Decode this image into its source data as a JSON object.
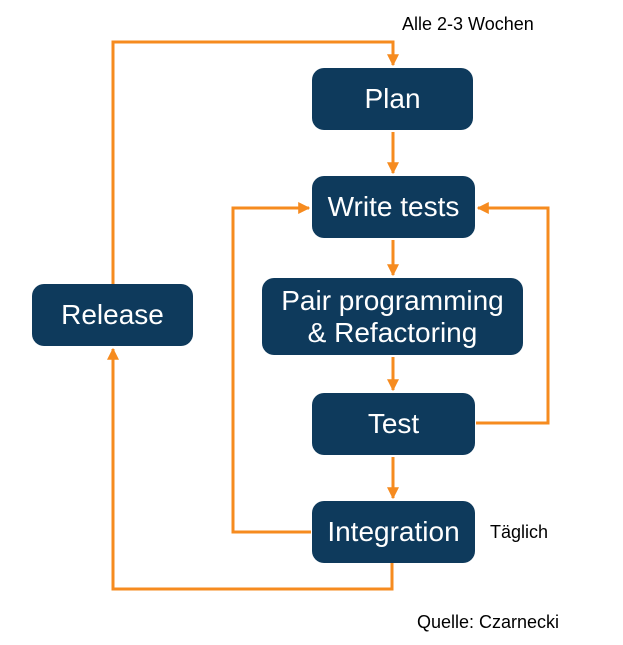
{
  "diagram": {
    "description": "Agile development cycle flowchart",
    "nodes": [
      {
        "id": "plan",
        "label": "Plan"
      },
      {
        "id": "write-tests",
        "label": "Write tests"
      },
      {
        "id": "pair-programming",
        "label": "Pair programming\n& Refactoring"
      },
      {
        "id": "test",
        "label": "Test"
      },
      {
        "id": "integration",
        "label": "Integration"
      },
      {
        "id": "release",
        "label": "Release"
      }
    ],
    "edges": [
      {
        "from": "plan",
        "to": "write-tests"
      },
      {
        "from": "write-tests",
        "to": "pair-programming"
      },
      {
        "from": "pair-programming",
        "to": "test"
      },
      {
        "from": "test",
        "to": "integration"
      },
      {
        "from": "test",
        "to": "write-tests"
      },
      {
        "from": "integration",
        "to": "write-tests"
      },
      {
        "from": "integration",
        "to": "release"
      },
      {
        "from": "release",
        "to": "plan"
      }
    ],
    "annotations": {
      "cycle_label": "Alle 2-3 Wochen",
      "daily_label": "Täglich",
      "source_label": "Quelle: Czarnecki"
    }
  },
  "colors": {
    "node_fill": "#0e3a5c",
    "node_text": "#ffffff",
    "arrow": "#f68b1f",
    "label_text": "#000000",
    "background": "#ffffff"
  }
}
